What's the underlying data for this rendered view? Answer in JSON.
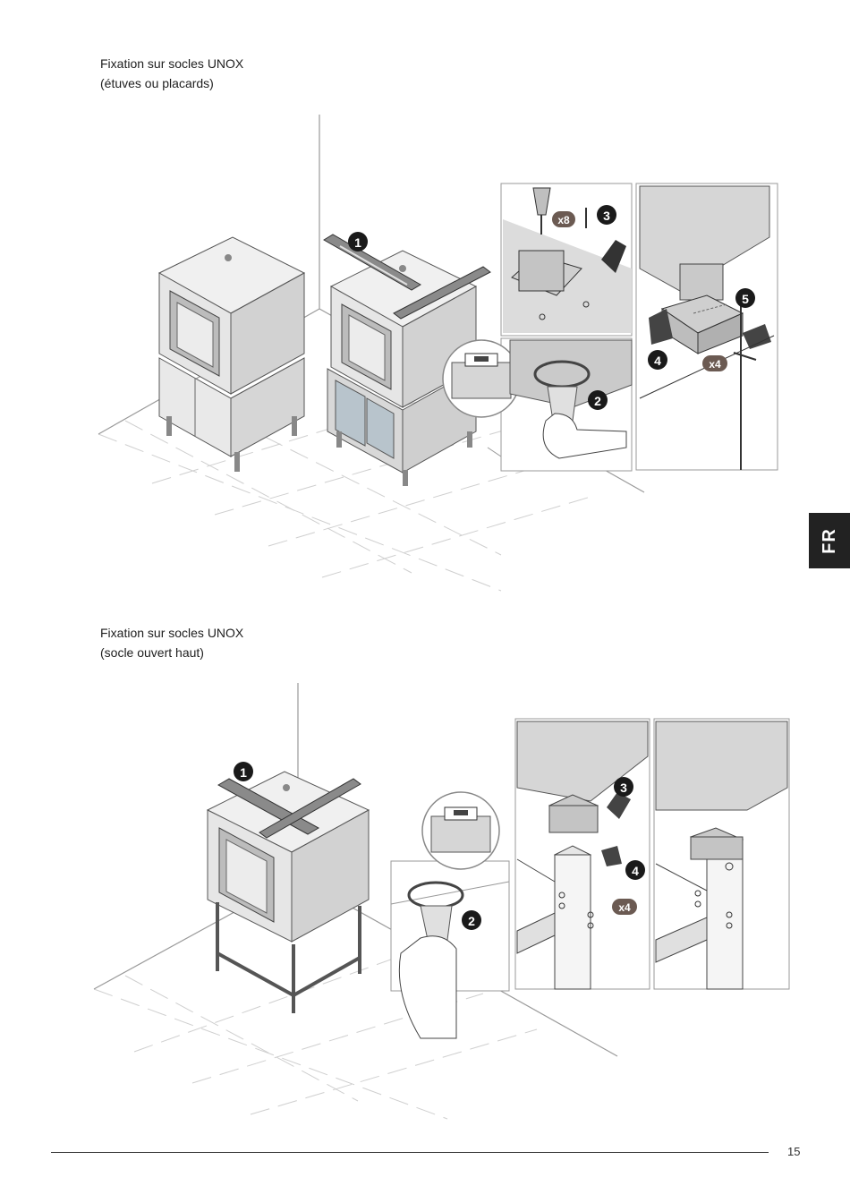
{
  "sections": [
    {
      "title_line1": "Fixation sur socles UNOX",
      "title_line2": "(étuves ou placards)",
      "step_badges": [
        "1",
        "2",
        "3",
        "4",
        "5"
      ],
      "quantity_badges": [
        "x8",
        "x4"
      ]
    },
    {
      "title_line1": "Fixation sur socles UNOX",
      "title_line2": "(socle ouvert haut)",
      "step_badges": [
        "1",
        "2",
        "3",
        "4"
      ],
      "quantity_badges": [
        "x4"
      ]
    }
  ],
  "language_tab": "FR",
  "page_number": "15",
  "colors": {
    "badge": "#1a1a1a",
    "quantity_badge": "#6b5a52",
    "panel_gray": "#d8d8d8",
    "tab_bg": "#222222"
  }
}
